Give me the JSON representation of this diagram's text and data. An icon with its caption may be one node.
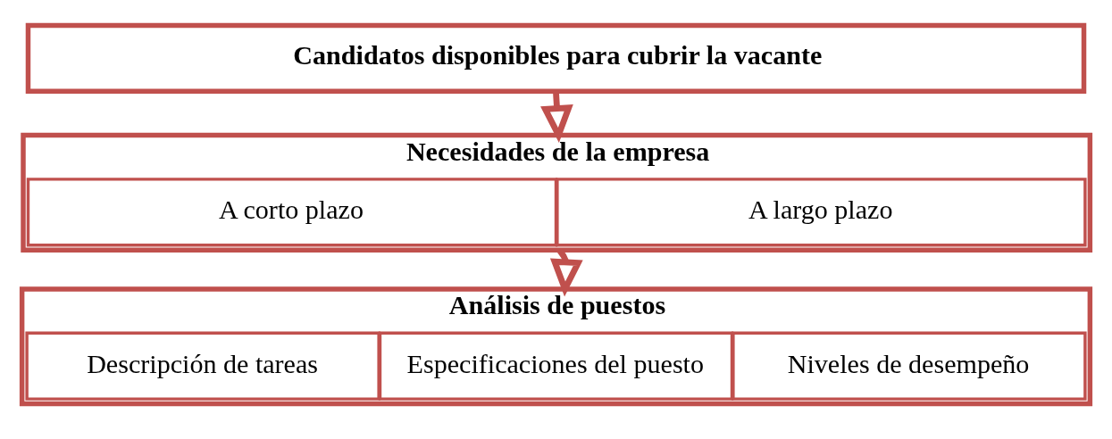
{
  "diagram": {
    "nodes": [
      {
        "text": [
          "Candidatos disponibles para cubrir la vacante"
        ]
      },
      {
        "text": [
          "Necesidades de la empresa"
        ]
      },
      {
        "text": [
          "A corto plazo"
        ],
        "in": 1
      },
      {
        "text": [
          "A largo plazo"
        ],
        "in": 1
      },
      {
        "text": [
          "Análisis de puestos"
        ]
      },
      {
        "text": [
          "Descripción de tareas"
        ],
        "in": 4
      },
      {
        "text": [
          "Especificaciones del puesto"
        ],
        "in": 4
      },
      {
        "text": [
          "Niveles de desempeño"
        ],
        "in": 4
      }
    ],
    "edges": [
      {
        "from": 0,
        "to": 1,
        "arrow": "to"
      },
      {
        "from": 1,
        "to": 4,
        "arrow": "to"
      }
    ]
  }
}
